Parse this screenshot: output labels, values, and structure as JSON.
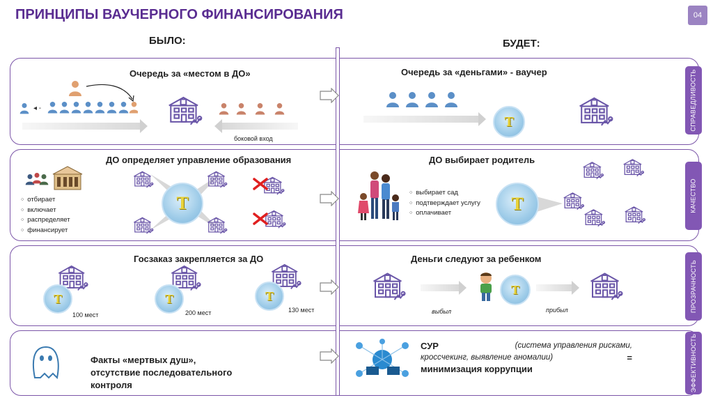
{
  "title": "ПРИНЦИПЫ ВАУЧЕРНОГО ФИНАНСИРОВАНИЯ",
  "page_number": "04",
  "columns": {
    "before": "БЫЛО:",
    "after": "БУДЕТ:"
  },
  "side_labels": [
    "СПРАВЕДЛИВОСТЬ",
    "КАЧЕСТВО",
    "ПРОЗРАЧНОСТЬ",
    "ЭФФЕКТИВНОСТЬ"
  ],
  "row1": {
    "before_title": "Очередь за «местом в ДО»",
    "side_entrance": "боковой вход",
    "after_title": "Очередь за «деньгами» - ваучер"
  },
  "row2": {
    "before_title": "ДО определяет управление образования",
    "before_items": [
      "отбирает",
      "включает",
      "распределяет",
      "финансирует"
    ],
    "after_title": "ДО выбирает родитель",
    "after_items": [
      "выбирает сад",
      "подтверждает услугу",
      "оплачивает"
    ]
  },
  "row3": {
    "before_title": "Госзаказ закрепляется за ДО",
    "places": [
      "100 мест",
      "200 мест",
      "130 мест"
    ],
    "after_title": "Деньги следуют за ребенком",
    "left_label": "выбыл",
    "arrived_label": "прибыл"
  },
  "row4": {
    "before_lines": [
      "Факты «мертвых душ»,",
      "отсутствие последовательного",
      "контроля"
    ],
    "sur_title": "СУР",
    "sur_desc_1": "(система управления рисками,",
    "sur_desc_2": "кросcчекинг, выявление аномалии)",
    "sur_eq": "=",
    "sur_result": "минимизация коррупции"
  },
  "coin_symbol": "Т",
  "colors": {
    "accent": "#5a2d91",
    "border": "#7b55a8",
    "side": "#8257b4",
    "building": "#6a56a8",
    "cross": "#e02020"
  }
}
